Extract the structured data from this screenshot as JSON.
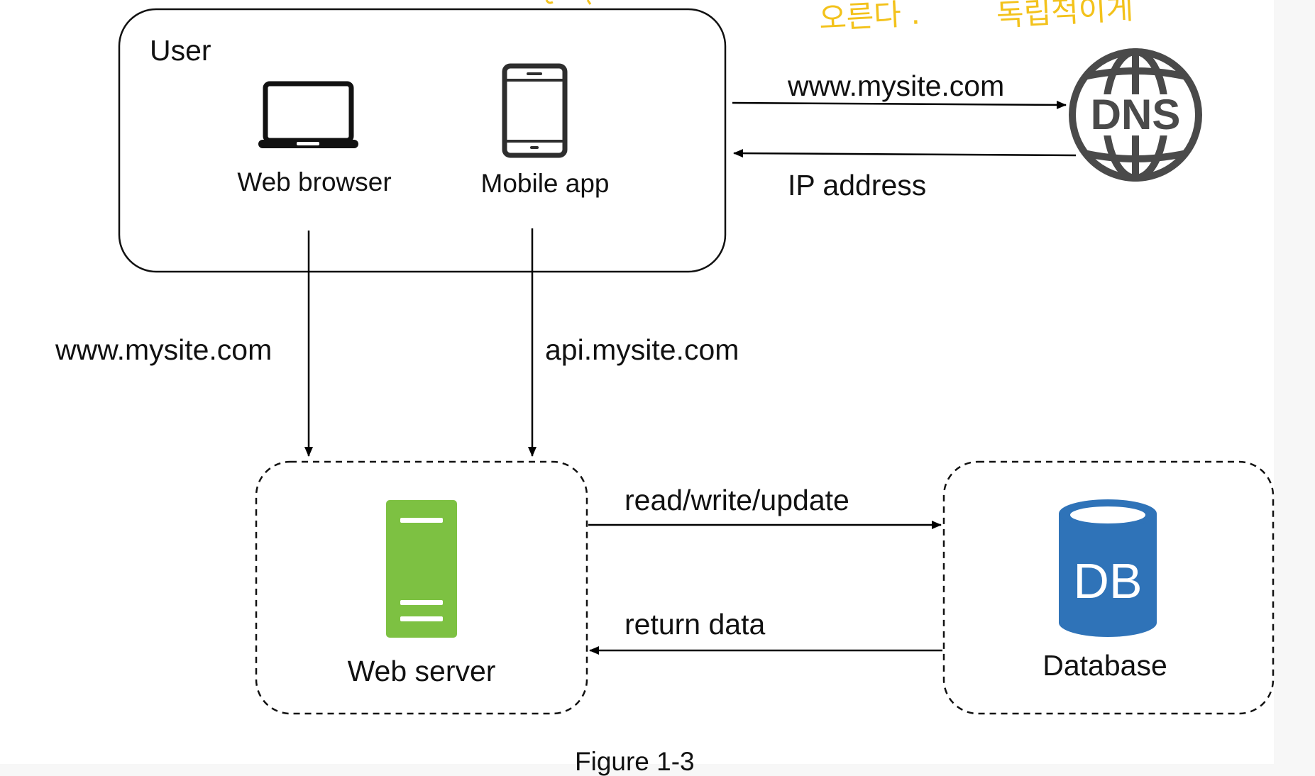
{
  "annotations": {
    "note_left": "오른다 .",
    "note_right": "독립적이게"
  },
  "user_group": {
    "title": "User",
    "web_browser_label": "Web browser",
    "mobile_app_label": "Mobile app"
  },
  "dns": {
    "icon_text": "DNS",
    "request_label": "www.mysite.com",
    "response_label": "IP address"
  },
  "client_requests": {
    "browser_label": "www.mysite.com",
    "mobile_label": "api.mysite.com"
  },
  "web_server": {
    "label": "Web server",
    "color": "#7dc142"
  },
  "database": {
    "label": "Database",
    "icon_text": "DB",
    "color": "#2f73b8"
  },
  "db_links": {
    "request_label": "read/write/update",
    "response_label": "return data"
  },
  "caption": "Figure 1-3"
}
